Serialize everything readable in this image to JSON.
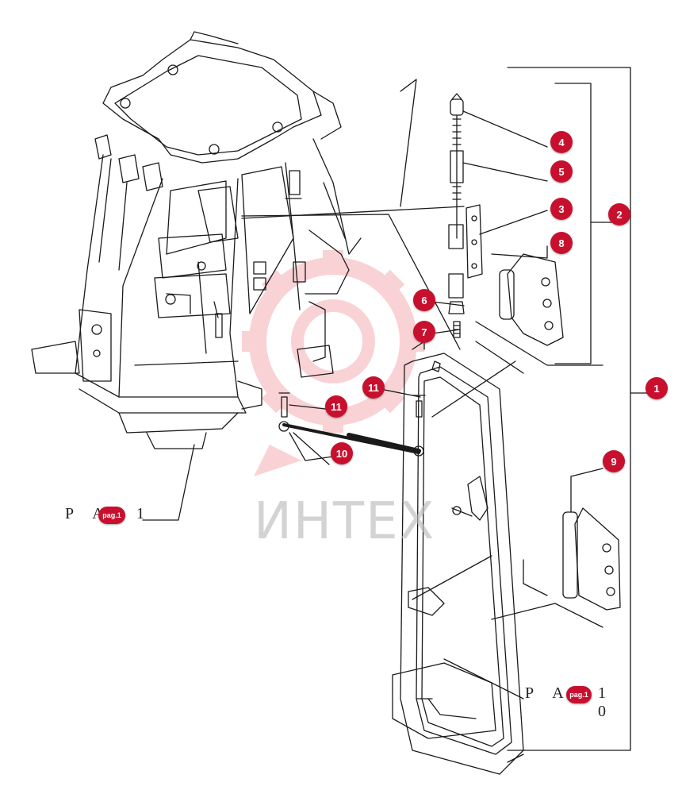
{
  "colors": {
    "callout": "#c8102e",
    "line": "#1a1a1a",
    "watermark": "#e63946"
  },
  "watermark": {
    "text": "ИНТЕХ",
    "icon": "gear-logo-icon"
  },
  "callouts": [
    {
      "id": "c4",
      "label": "4"
    },
    {
      "id": "c5",
      "label": "5"
    },
    {
      "id": "c3",
      "label": "3"
    },
    {
      "id": "c2",
      "label": "2"
    },
    {
      "id": "c8",
      "label": "8"
    },
    {
      "id": "c6",
      "label": "6"
    },
    {
      "id": "c7",
      "label": "7"
    },
    {
      "id": "c11a",
      "label": "11"
    },
    {
      "id": "c11b",
      "label": "11"
    },
    {
      "id": "c10",
      "label": "10"
    },
    {
      "id": "c1",
      "label": "1"
    },
    {
      "id": "c9",
      "label": "9"
    }
  ],
  "page_refs": [
    {
      "prefix": "P A",
      "badge": "pag.1",
      "suffix": "1"
    },
    {
      "prefix": "P A",
      "badge": "pag.1",
      "suffix": "1 0"
    }
  ]
}
